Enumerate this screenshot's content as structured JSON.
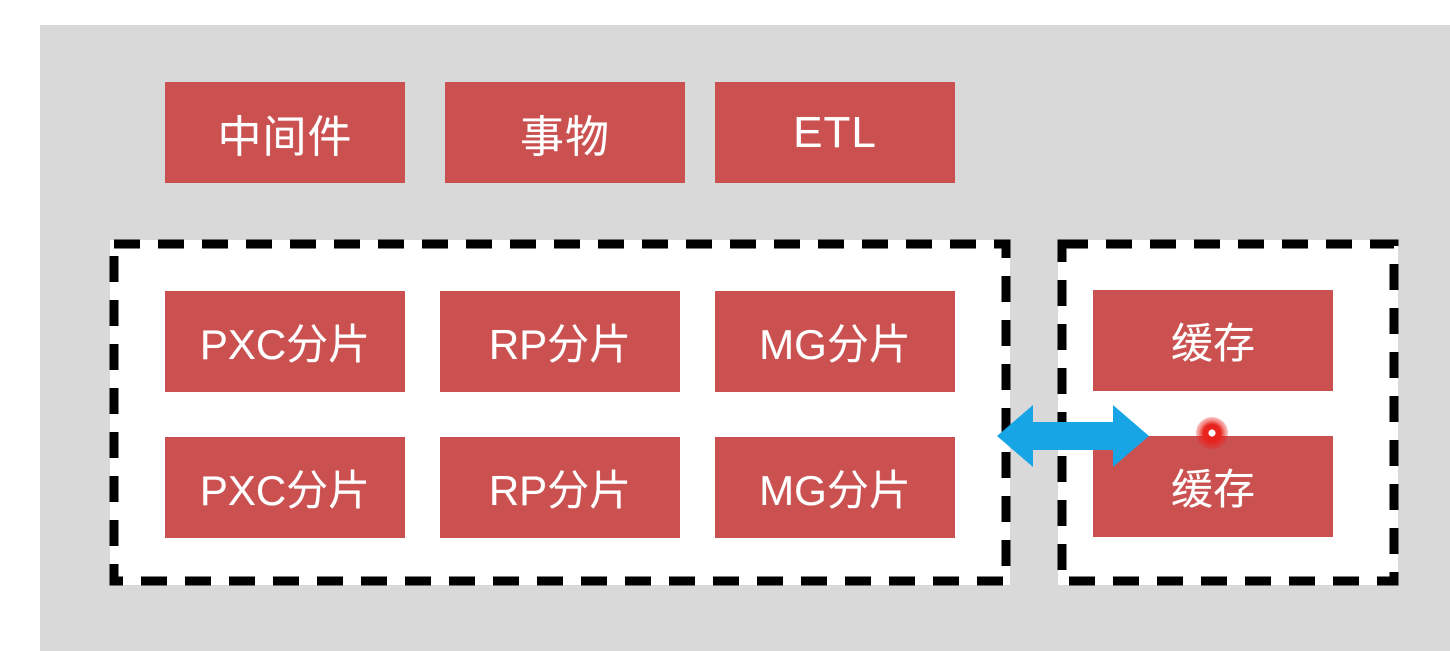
{
  "slide": {
    "background_color": "#d9d9d9",
    "page_background": "#ffffff",
    "accent_red": "#cb5050",
    "accent_blue": "#17a5e5",
    "border_color": "#000000",
    "group_fill": "#ffffff"
  },
  "top_row": {
    "boxes": [
      {
        "label": "中间件"
      },
      {
        "label": "事物"
      },
      {
        "label": "ETL"
      }
    ]
  },
  "shard_group": {
    "name": "shard-group",
    "rows": [
      {
        "cells": [
          {
            "label": "PXC分片"
          },
          {
            "label": "RP分片"
          },
          {
            "label": "MG分片"
          }
        ]
      },
      {
        "cells": [
          {
            "label": "PXC分片"
          },
          {
            "label": "RP分片"
          },
          {
            "label": "MG分片"
          }
        ]
      }
    ]
  },
  "cache_group": {
    "name": "cache-group",
    "boxes": [
      {
        "label": "缓存"
      },
      {
        "label": "缓存"
      }
    ]
  },
  "connector": {
    "name": "bidirectional-arrow",
    "color": "#17a5e5",
    "direction": "both"
  },
  "cursor": {
    "name": "click-indicator",
    "color": "#e8221c"
  }
}
